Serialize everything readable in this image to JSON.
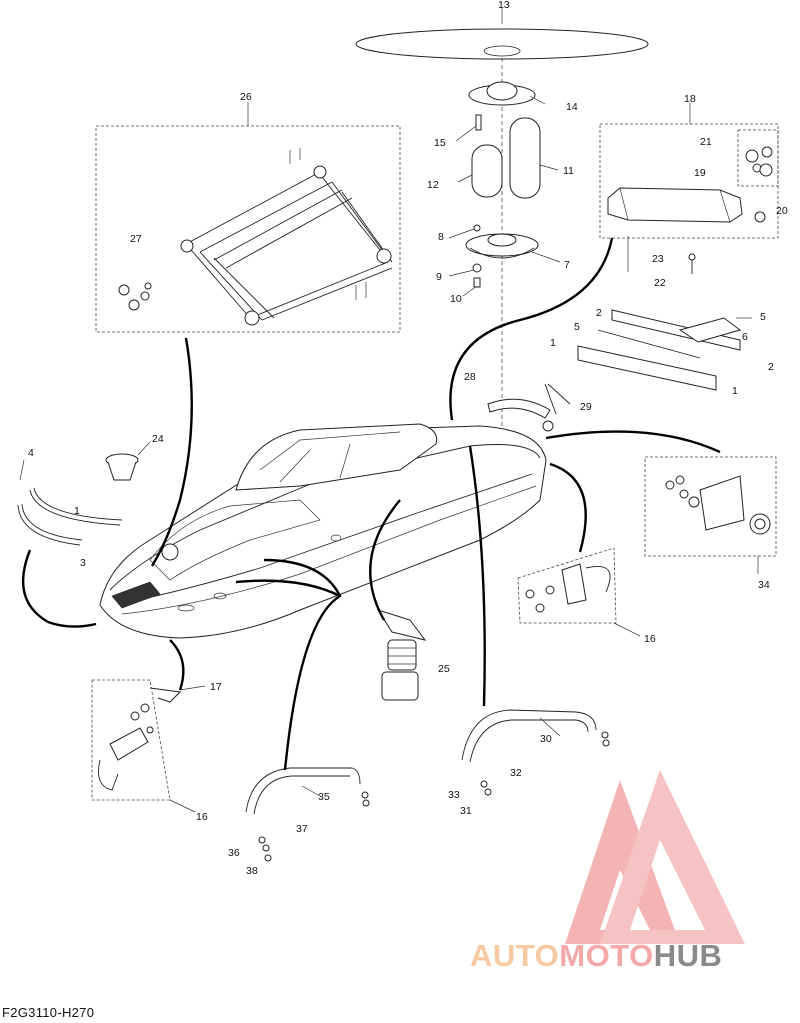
{
  "diagram_code": "F2G3110-H270",
  "watermark": {
    "part1": "AUTO",
    "part2": "MOTO",
    "part3": "HUB"
  },
  "callouts": [
    "1",
    "1",
    "1",
    "2",
    "2",
    "3",
    "4",
    "5",
    "5",
    "6",
    "7",
    "8",
    "9",
    "10",
    "11",
    "12",
    "13",
    "14",
    "15",
    "16",
    "16",
    "17",
    "18",
    "19",
    "20",
    "21",
    "22",
    "23",
    "24",
    "25",
    "26",
    "27",
    "28",
    "29",
    "30",
    "31",
    "32",
    "33",
    "34",
    "35",
    "36",
    "37",
    "38"
  ]
}
